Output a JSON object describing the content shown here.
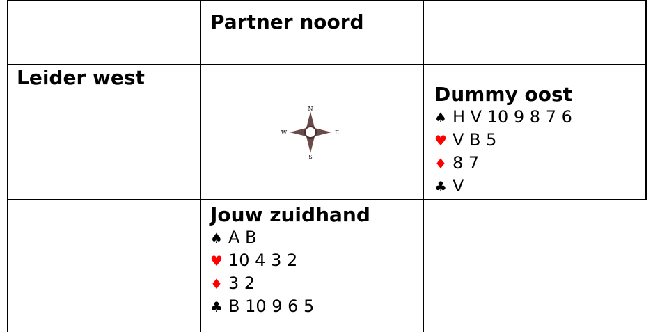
{
  "north": {
    "title": "Partner noord"
  },
  "west": {
    "title": "Leider west"
  },
  "east": {
    "title": "Dummy oost",
    "hand": [
      {
        "suit": "♠",
        "cards": "H V 10 9 8 7 6",
        "color": "#000000"
      },
      {
        "suit": "♥",
        "cards": "V B 5",
        "color": "#ff0000"
      },
      {
        "suit": "♦",
        "cards": "8 7",
        "color": "#ff0000"
      },
      {
        "suit": "♣",
        "cards": "V",
        "color": "#000000"
      }
    ]
  },
  "south": {
    "title": "Jouw zuidhand",
    "hand": [
      {
        "suit": "♠",
        "cards": "A B",
        "color": "#000000"
      },
      {
        "suit": "♥",
        "cards": "10 4 3 2",
        "color": "#ff0000"
      },
      {
        "suit": "♦",
        "cards": "3 2",
        "color": "#ff0000"
      },
      {
        "suit": "♣",
        "cards": "B 10 9 6 5",
        "color": "#000000"
      }
    ]
  },
  "compass": {
    "n": "N",
    "e": "E",
    "s": "S",
    "w": "W",
    "icon": "compass-rose-icon"
  }
}
